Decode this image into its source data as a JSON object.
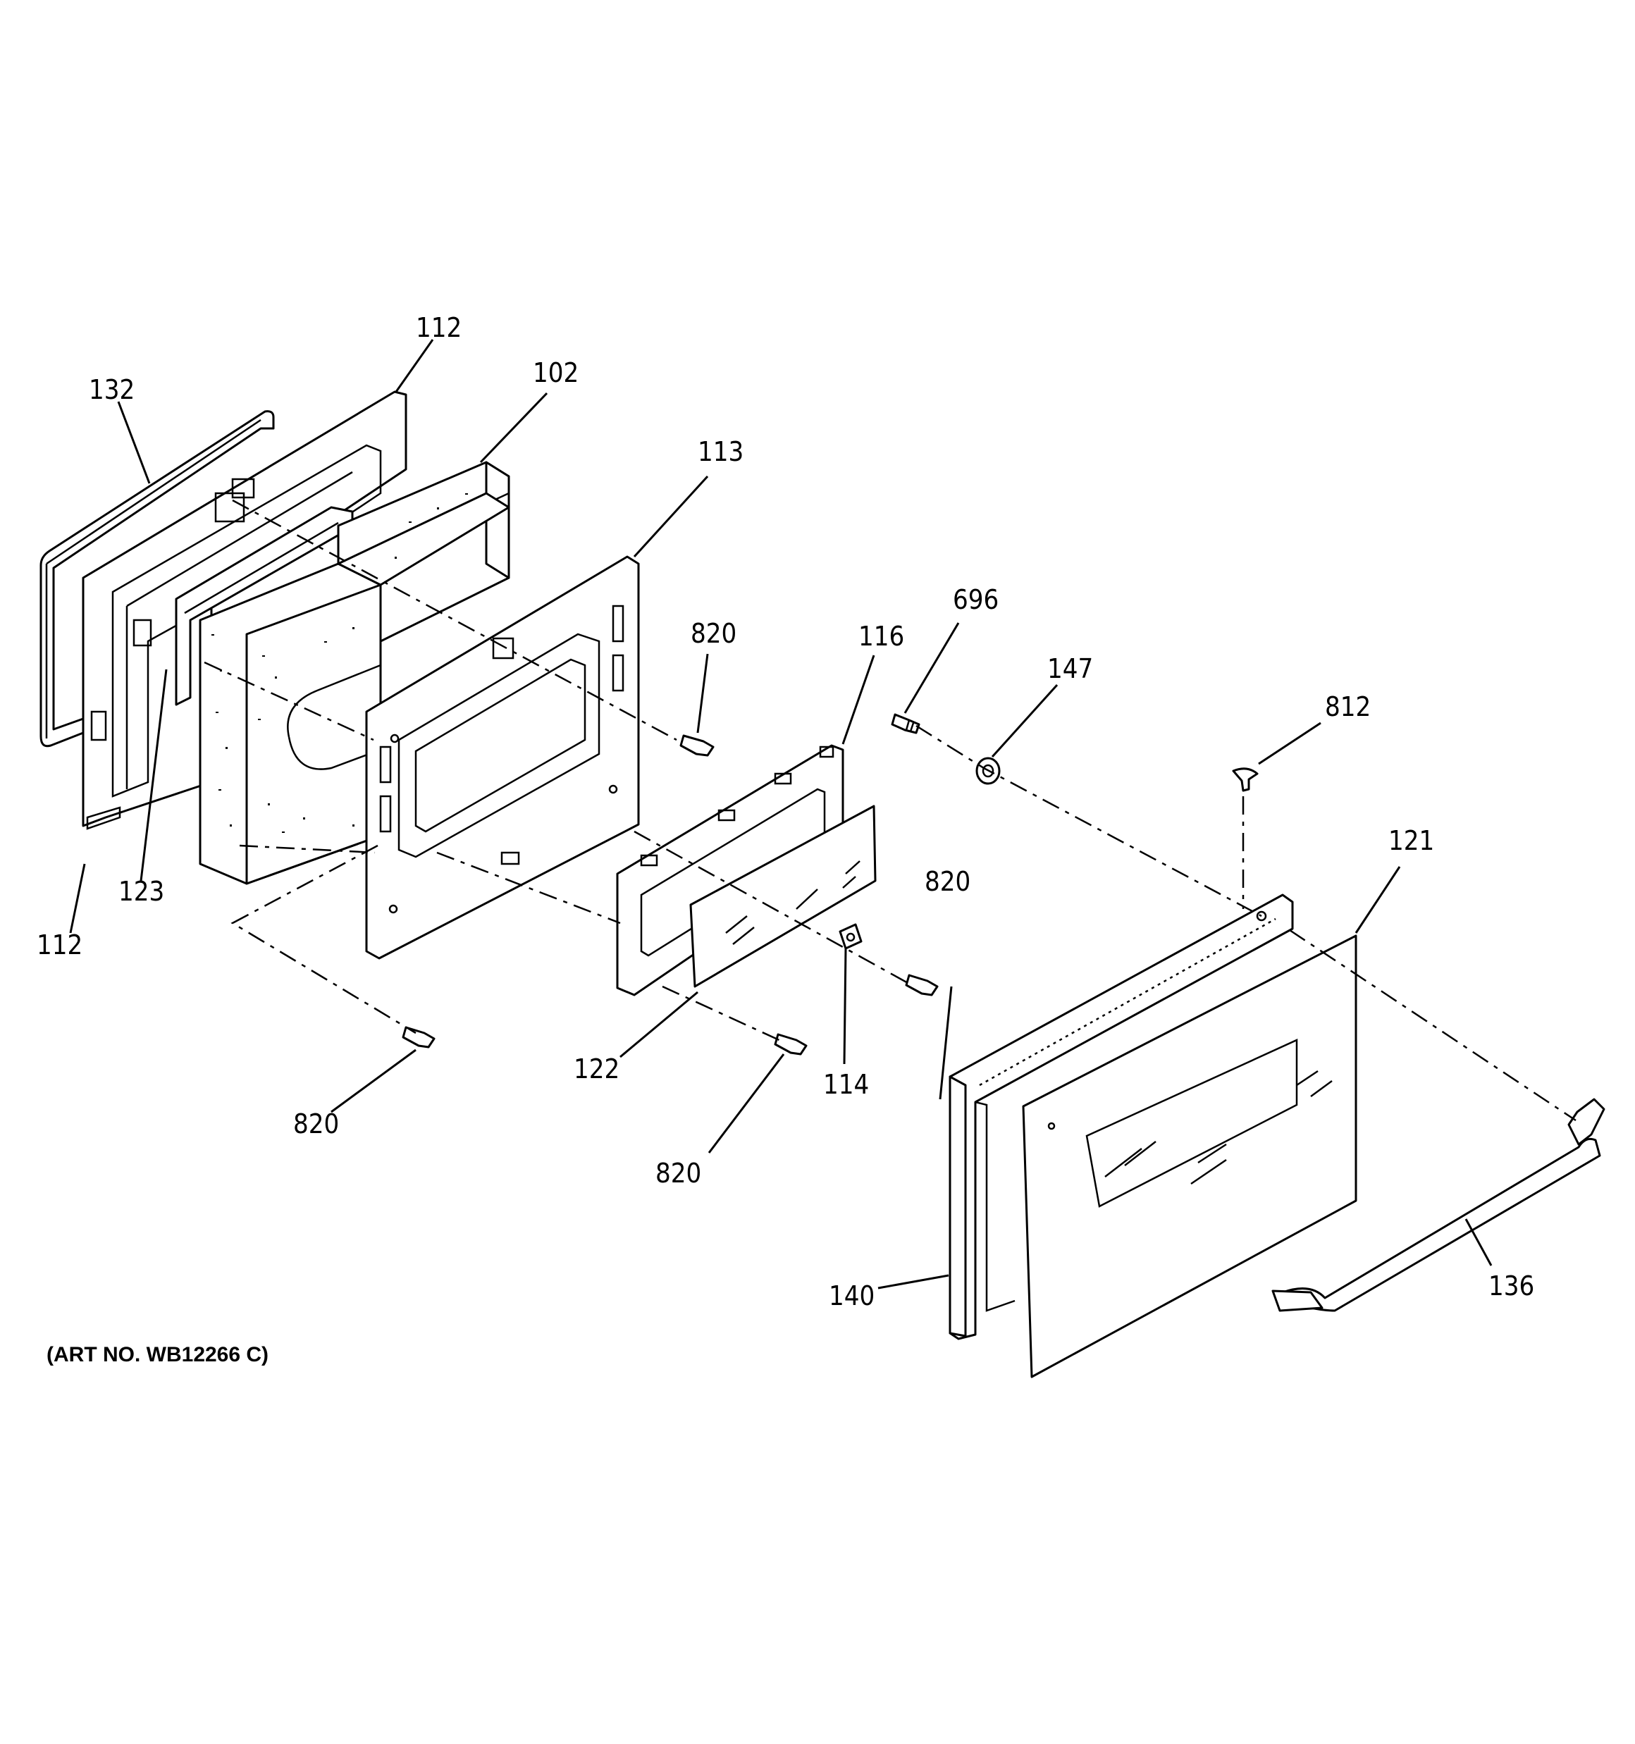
{
  "art_number": "(ART NO. WB12266 C)",
  "callouts": [
    {
      "id": "c-112-top",
      "text": "112"
    },
    {
      "id": "c-132",
      "text": "132"
    },
    {
      "id": "c-102",
      "text": "102"
    },
    {
      "id": "c-113",
      "text": "113"
    },
    {
      "id": "c-820-a",
      "text": "820"
    },
    {
      "id": "c-116",
      "text": "116"
    },
    {
      "id": "c-696",
      "text": "696"
    },
    {
      "id": "c-147",
      "text": "147"
    },
    {
      "id": "c-812",
      "text": "812"
    },
    {
      "id": "c-121",
      "text": "121"
    },
    {
      "id": "c-123",
      "text": "123"
    },
    {
      "id": "c-112-bottom",
      "text": "112"
    },
    {
      "id": "c-820-b",
      "text": "820"
    },
    {
      "id": "c-820-c",
      "text": "820"
    },
    {
      "id": "c-122",
      "text": "122"
    },
    {
      "id": "c-114",
      "text": "114"
    },
    {
      "id": "c-820-d",
      "text": "820"
    },
    {
      "id": "c-140",
      "text": "140"
    },
    {
      "id": "c-136",
      "text": "136"
    }
  ]
}
